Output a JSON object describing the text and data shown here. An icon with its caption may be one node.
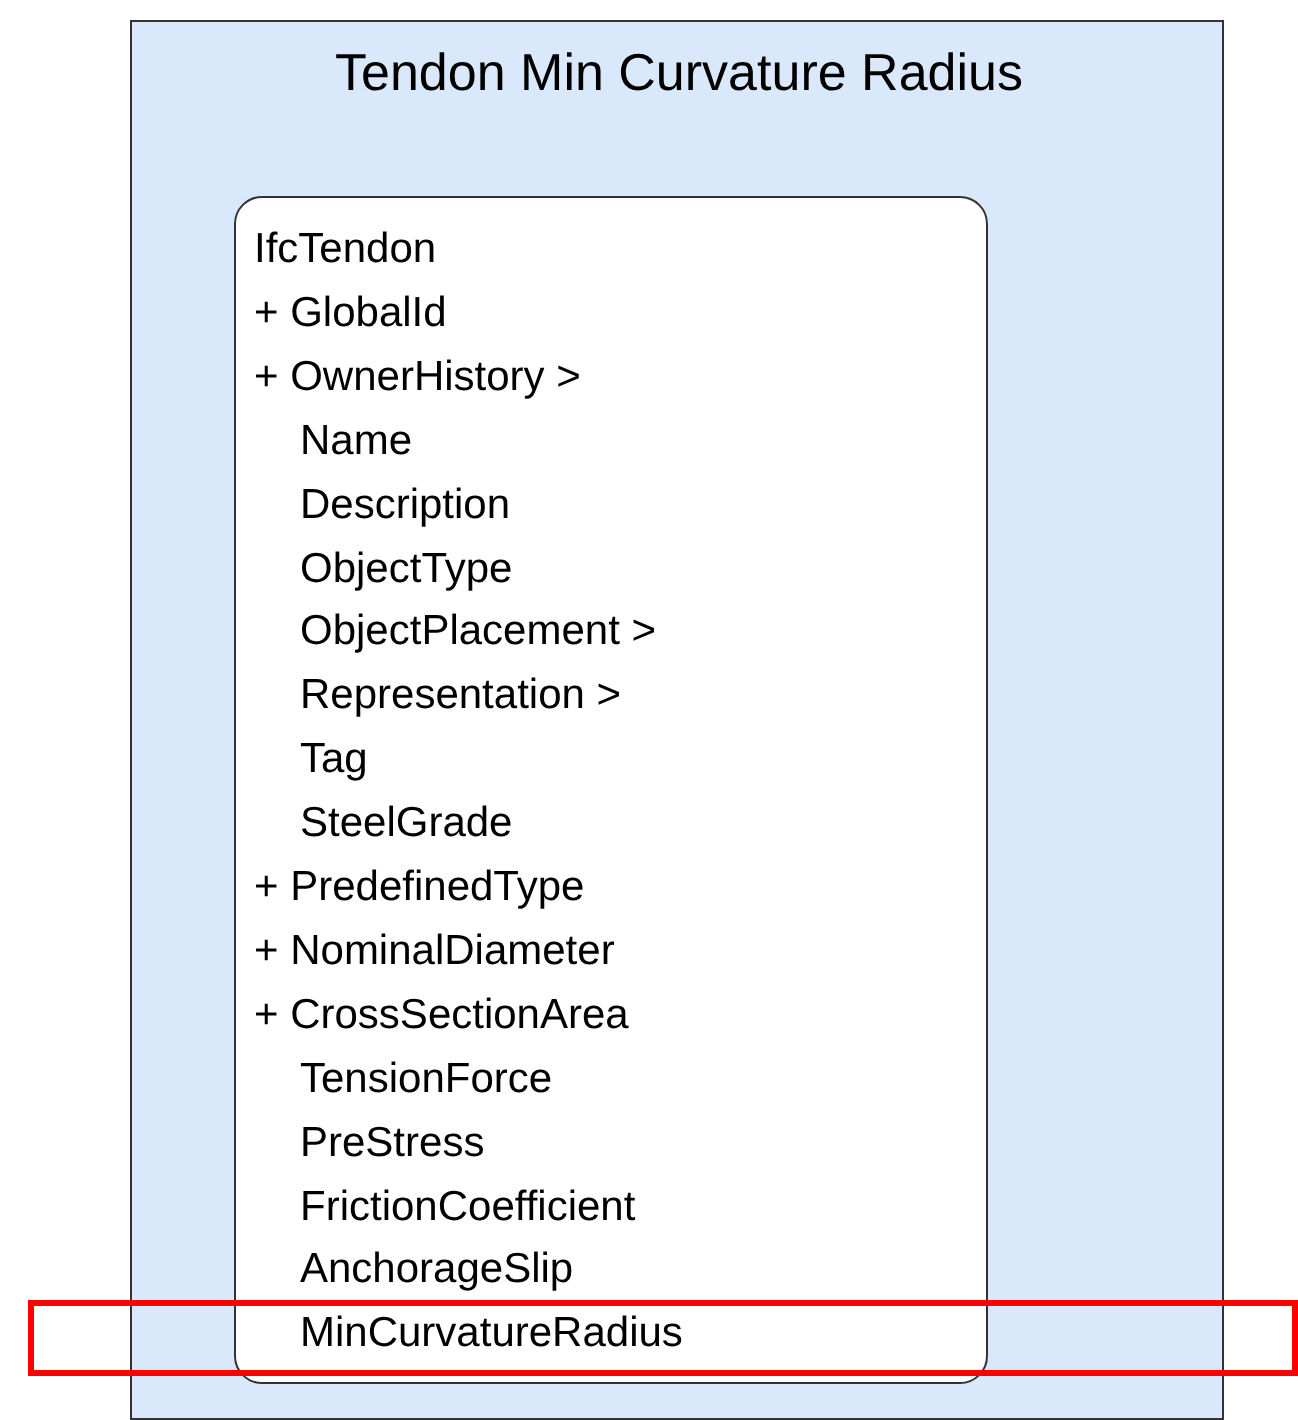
{
  "diagram": {
    "nodes": [
      {
        "text": [
          "Tendon Min Curvature Radius"
        ]
      },
      {
        "text": [
          "IfcTendon",
          "+ GlobalId",
          "+ OwnerHistory >",
          "Name",
          "Description",
          "ObjectType",
          "ObjectPlacement >",
          "Representation >",
          "Tag",
          "SteelGrade",
          "+ PredefinedType",
          "+ NominalDiameter",
          "+ CrossSectionArea",
          "TensionForce",
          "PreStress",
          "FrictionCoefficient",
          "AnchorageSlip",
          "MinCurvatureRadius"
        ],
        "in": 0
      }
    ]
  }
}
